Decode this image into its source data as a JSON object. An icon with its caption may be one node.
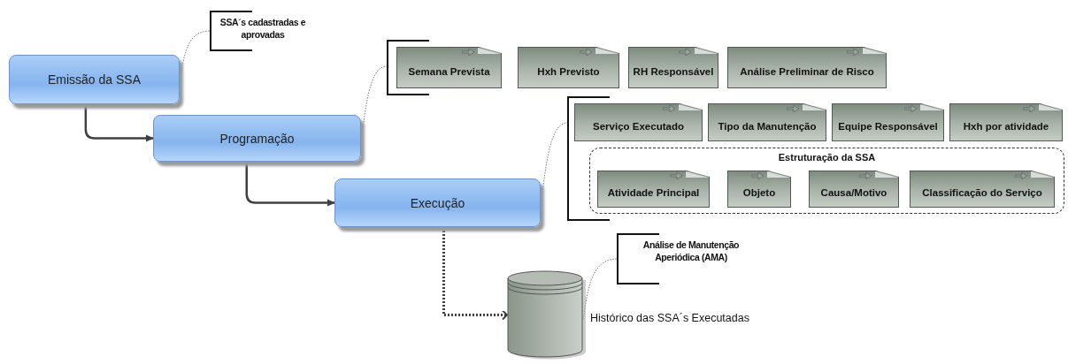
{
  "diagram": {
    "nodes": [
      {
        "text": [
          "Emissão da SSA"
        ]
      },
      {
        "text": [
          "SSA´s cadastradas e aprovadas"
        ]
      },
      {
        "text": [
          "Programação"
        ]
      },
      {
        "text": [],
        "shape": "bracket"
      },
      {
        "text": [
          "Semana Prevista"
        ],
        "in": 3
      },
      {
        "text": [
          "Hxh Previsto"
        ],
        "in": 3
      },
      {
        "text": [
          "RH Responsável"
        ],
        "in": 3
      },
      {
        "text": [
          "Análise Preliminar de Risco"
        ],
        "in": 3
      },
      {
        "text": [
          "Execução"
        ]
      },
      {
        "text": [],
        "shape": "bracket"
      },
      {
        "text": [
          "Serviço Executado"
        ],
        "in": 9
      },
      {
        "text": [
          "Tipo da Manutenção"
        ],
        "in": 9
      },
      {
        "text": [
          "Equipe Responsável"
        ],
        "in": 9
      },
      {
        "text": [
          "Hxh por atividade"
        ],
        "in": 9
      },
      {
        "text": [
          "Estruturação da SSA"
        ],
        "in": 9
      },
      {
        "text": [
          "Atividade Principal"
        ],
        "in": 14
      },
      {
        "text": [
          "Objeto"
        ],
        "in": 14
      },
      {
        "text": [
          "Causa/Motivo"
        ],
        "in": 14
      },
      {
        "text": [
          "Classificação do Serviço"
        ],
        "in": 14
      },
      {
        "text": [],
        "shape": "cylinder",
        "beside": [
          "Histórico das SSA´s Executadas"
        ]
      },
      {
        "text": [
          "Análise de Manutenção Aperiódica (AMA)"
        ]
      }
    ],
    "edges": [
      {
        "from": 0,
        "to": 2,
        "arrow": "to",
        "color": "#404040"
      },
      {
        "from": 2,
        "to": 8,
        "arrow": "to",
        "color": "#404040"
      },
      {
        "from": 0,
        "to": 1,
        "arrow": "none",
        "style": "dashed"
      },
      {
        "from": 2,
        "to": 3,
        "arrow": "none",
        "style": "dashed"
      },
      {
        "from": 8,
        "to": 9,
        "arrow": "none",
        "style": "dashed"
      },
      {
        "from": 8,
        "to": 19,
        "arrow": "to",
        "style": "dashed",
        "color": "#404040"
      },
      {
        "from": 19,
        "to": 20,
        "arrow": "none",
        "style": "dashed"
      }
    ]
  }
}
